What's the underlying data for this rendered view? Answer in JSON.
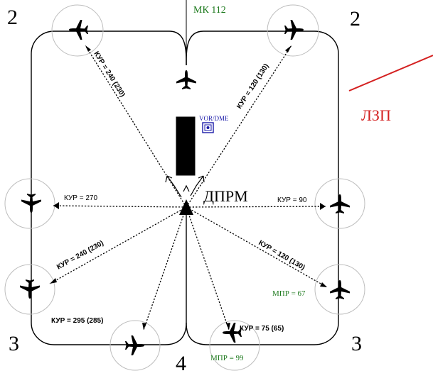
{
  "labels": {
    "corner_2_left": "2",
    "corner_2_right": "2",
    "corner_3_left": "3",
    "corner_3_right": "3",
    "corner_4": "4",
    "mk": "МК 112",
    "lzp": "ЛЗП",
    "dprm": "ДПРМ",
    "vor": "VOR/DME",
    "kur_240_top": "КУР = 240 (230)",
    "kur_120_top": "КУР = 120 (130)",
    "kur_270": "КУР = 270",
    "kur_90": "КУР = 90",
    "kur_240_mid": "КУР = 240 (230)",
    "kur_120_mid": "КУР = 120 (130)",
    "kur_295": "КУР = 295 (285)",
    "kur_75": "КУР = 75 (65)",
    "mpr_67": "МПР = 67",
    "mpr_99": "МПР = 99"
  },
  "colors": {
    "line": "#000000",
    "green": "#1e7a1e",
    "red": "#d42020",
    "blue": "#1a1aa8",
    "circle": "#bdbdbd"
  },
  "icons": [
    "airplane-icon",
    "beacon-triangle-icon",
    "vor-dme-icon",
    "runway-icon"
  ]
}
